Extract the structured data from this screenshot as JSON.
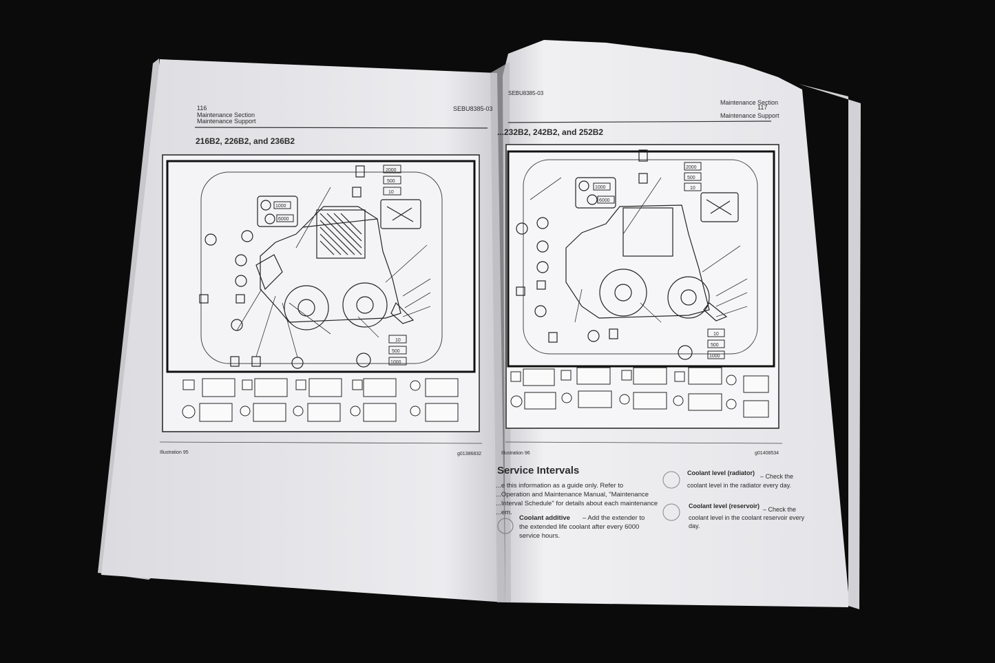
{
  "left_page": {
    "page_number": "116",
    "section": "Maintenance Section",
    "subsection": "Maintenance Support",
    "doc_code": "SEBU8385-03",
    "heading": "216B2, 226B2, and 236B2",
    "diagram_labels": [
      "2000",
      "500",
      "10",
      "1000",
      "6000",
      "10",
      "500",
      "1000"
    ],
    "caption": "Illustration 95",
    "figure_code": "g01386832"
  },
  "right_page": {
    "page_number": "117",
    "section": "Maintenance Section",
    "subsection": "Maintenance Support",
    "doc_code": "SEBU8385-03",
    "heading": "...232B2, 242B2, and 252B2",
    "diagram_labels": [
      "2000",
      "500",
      "10",
      "1000",
      "6000",
      "10",
      "500",
      "1000"
    ],
    "caption": "Illustration 96",
    "figure_code": "g01408534",
    "section_heading": "Service Intervals",
    "intro_lines": [
      "...e this information as a guide only. Refer to",
      "...Operation and Maintenance Manual, \"Maintenance",
      "...Interval Schedule\" for details about each maintenance",
      "...em."
    ],
    "items": [
      {
        "title": "Coolant additive",
        "lines": [
          "– Add the extender to",
          "the extended life coolant after every 6000",
          "service hours."
        ]
      },
      {
        "title": "Coolant level (radiator)",
        "lines": [
          "– Check the",
          "coolant level in the radiator every day."
        ]
      },
      {
        "title": "Coolant level (reservoir)",
        "lines": [
          "– Check the",
          "coolant level in the coolant reservoir every",
          "day."
        ]
      }
    ]
  },
  "colors": {
    "background": "#0b0b0b",
    "page": "#e9e9ec",
    "ink": "#222222"
  }
}
